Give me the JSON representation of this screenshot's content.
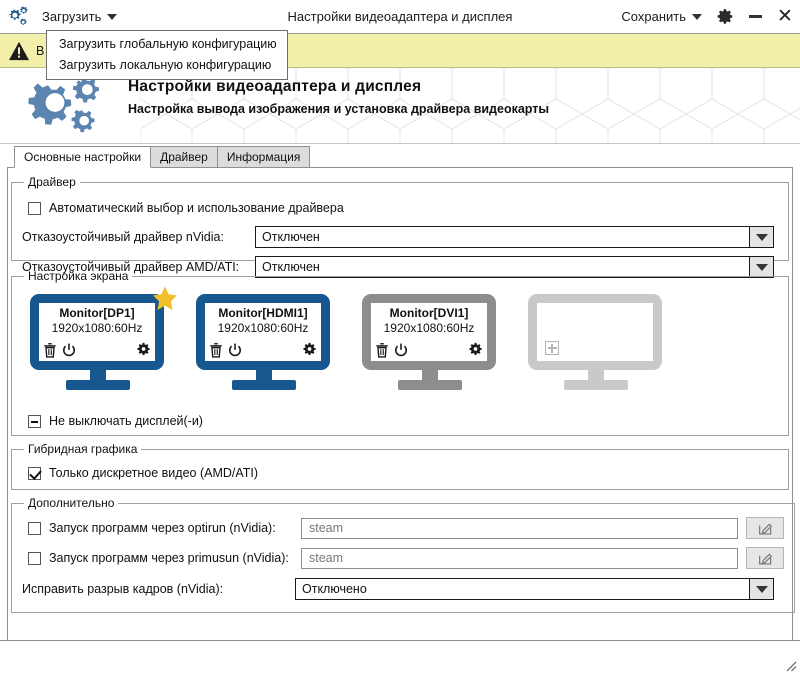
{
  "window": {
    "title": "Настройки видеоадаптера и дисплея",
    "logo_icon": "gears-icon",
    "load_menu_label": "Загрузить",
    "save_menu_label": "Сохранить",
    "settings_icon": "gear-icon",
    "minimize_icon": "minimize-icon",
    "close_icon": "close-icon",
    "caret_icon": "chevron-down-icon"
  },
  "load_dropdown": {
    "open": true,
    "items": [
      {
        "label": "Загрузить глобальную конфигурацию"
      },
      {
        "label": "Загрузить локальную конфигурацию"
      }
    ]
  },
  "warning": {
    "icon": "warning-triangle-icon",
    "text": "В",
    "bg_color": "#f2efab"
  },
  "header": {
    "logo_icon": "gears-logo-icon",
    "title": "Настройки видеоадаптера и дисплея",
    "subtitle": "Настройка вывода изображения и установка драйвера видеокарты"
  },
  "tabs": [
    {
      "label": "Основные настройки",
      "active": true
    },
    {
      "label": "Драйвер",
      "active": false
    },
    {
      "label": "Информация",
      "active": false
    }
  ],
  "driver_group": {
    "legend": "Драйвер",
    "auto_checkbox": {
      "label": "Автоматический выбор и использование драйвера",
      "state": "unchecked"
    },
    "nvidia": {
      "label": "Отказоустойчивый драйвер nVidia:",
      "value": "Отключен"
    },
    "amd": {
      "label": "Отказоустойчивый драйвер AMD/ATI:",
      "value": "Отключен"
    }
  },
  "screen_group": {
    "legend": "Настройка экрана",
    "monitors": [
      {
        "name": "Monitor[DP1]",
        "resolution": "1920x1080:60Hz",
        "state": "active",
        "primary": true,
        "star_icon": "star-icon",
        "delete_icon": "trash-icon",
        "power_icon": "power-icon",
        "settings_icon": "gear-icon"
      },
      {
        "name": "Monitor[HDMI1]",
        "resolution": "1920x1080:60Hz",
        "state": "active",
        "primary": false,
        "delete_icon": "trash-icon",
        "power_icon": "power-icon",
        "settings_icon": "gear-icon"
      },
      {
        "name": "Monitor[DVI1]",
        "resolution": "1920x1080:60Hz",
        "state": "disabled",
        "primary": false,
        "delete_icon": "trash-icon",
        "power_icon": "power-icon",
        "settings_icon": "gear-icon"
      },
      {
        "name": "",
        "resolution": "",
        "state": "empty",
        "primary": false,
        "add_icon": "plus-box-icon"
      }
    ],
    "keep_on_checkbox": {
      "label": "Не выключать дисплей(-и)",
      "state": "partial"
    }
  },
  "hybrid_group": {
    "legend": "Гибридная графика",
    "discrete_checkbox": {
      "label": "Только дискретное видео (AMD/ATI)",
      "state": "checked"
    }
  },
  "extra_group": {
    "legend": "Дополнительно",
    "optirun": {
      "label": "Запуск программ через optirun (nVidia):",
      "state": "unchecked",
      "placeholder": "steam",
      "value": "",
      "edit_icon": "pencil-square-icon"
    },
    "primusrun": {
      "label": "Запуск программ через primusun (nVidia):",
      "state": "unchecked",
      "placeholder": "steam",
      "value": "",
      "edit_icon": "pencil-square-icon"
    },
    "tearfree": {
      "label": "Исправить разрыв кадров (nVidia):",
      "value": "Отключено"
    }
  },
  "statusbar": {
    "resize_grip_icon": "resize-grip-icon"
  },
  "colors": {
    "monitor_active": "#16578f",
    "monitor_disabled": "#8d8d8d",
    "monitor_empty": "#c9c9c9",
    "warning_bg": "#f2efab",
    "star": "#f0bf2b",
    "logo_gear": "#5b84b1"
  }
}
